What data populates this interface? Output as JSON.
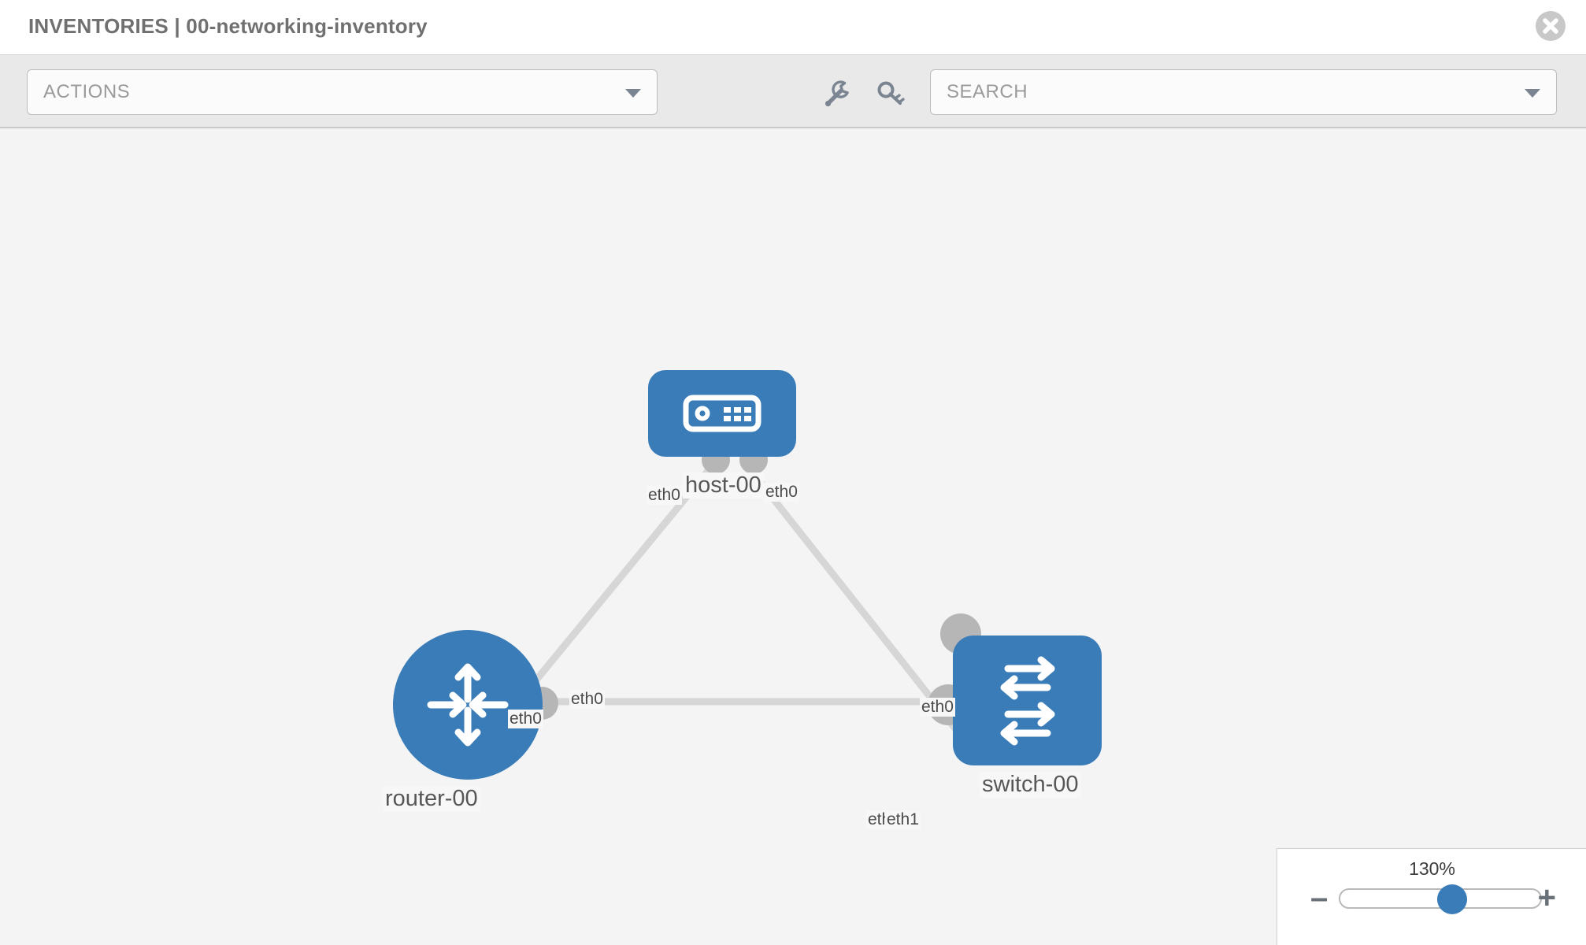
{
  "header": {
    "title": "INVENTORIES | 00-networking-inventory",
    "close_icon": "close-circle-icon"
  },
  "toolbar": {
    "actions_label": "ACTIONS",
    "actions_caret_icon": "chevron-down-icon",
    "wrench_icon": "wrench-icon",
    "key_icon": "key-icon",
    "search_placeholder": "SEARCH",
    "search_value": "SEARCH",
    "search_caret_icon": "chevron-down-icon"
  },
  "topology": {
    "nodes": [
      {
        "id": "host-00",
        "label": "host-00",
        "type": "host",
        "icon": "server-icon",
        "shape": "rounded-rect"
      },
      {
        "id": "router-00",
        "label": "router-00",
        "type": "router",
        "icon": "router-arrows-icon",
        "shape": "circle"
      },
      {
        "id": "switch-00",
        "label": "switch-00",
        "type": "switch",
        "icon": "switch-arrows-icon",
        "shape": "rounded-square"
      }
    ],
    "port_labels": {
      "host_left": "eth0",
      "host_right": "eth0",
      "router_to_host": "eth0",
      "router_to_switch": "eth0",
      "switch_to_host": "eth0",
      "switch_to_router_a": "eth",
      "switch_to_router_b": "eth1"
    },
    "links": [
      {
        "from": "host-00",
        "from_port": "eth0",
        "to": "router-00",
        "to_port": "eth0"
      },
      {
        "from": "host-00",
        "from_port": "eth0",
        "to": "switch-00",
        "to_port": "eth0"
      },
      {
        "from": "router-00",
        "from_port": "eth0",
        "to": "switch-00",
        "to_port": "eth1"
      }
    ]
  },
  "zoom_control": {
    "value": "130%",
    "minus_label": "–",
    "plus_label": "+",
    "slider_percent": 56
  },
  "colors": {
    "node_blue": "#3a7cb8",
    "link_gray": "#d6d6d6",
    "port_gray": "#b6b6b6",
    "canvas_bg": "#f4f4f4",
    "toolbar_bg": "#e9e9e9"
  }
}
